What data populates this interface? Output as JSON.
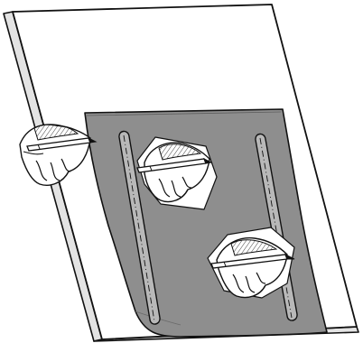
{
  "illustration": {
    "subject": "hands-marking-sheet-on-board",
    "colors": {
      "outline": "#111111",
      "board_face": "#ffffff",
      "board_edge": "#e3e3e3",
      "sheet_fill": "#8e8e8e",
      "slot_fill": "#b8b8b8",
      "skin": "#ffffff",
      "hair_shading": "#d9d9d9"
    },
    "hands": [
      {
        "id": "hand-left",
        "holding": "pen-icon"
      },
      {
        "id": "hand-center",
        "holding": "pen-icon"
      },
      {
        "id": "hand-lower-right",
        "holding": "pen-icon"
      }
    ]
  }
}
